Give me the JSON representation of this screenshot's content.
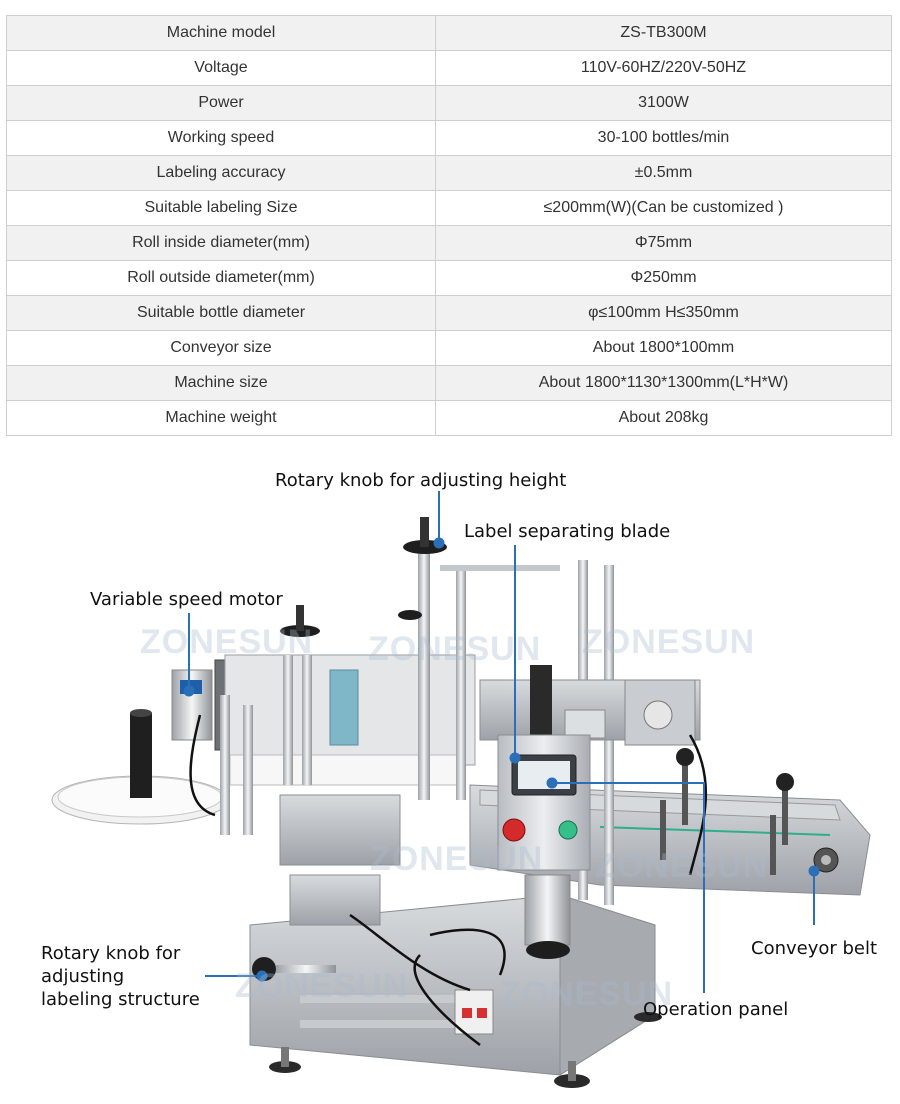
{
  "specs": [
    {
      "param": "Machine model",
      "value": "ZS-TB300M"
    },
    {
      "param": "Voltage",
      "value": "110V-60HZ/220V-50HZ"
    },
    {
      "param": "Power",
      "value": "3100W"
    },
    {
      "param": "Working speed",
      "value": "30-100 bottles/min"
    },
    {
      "param": "Labeling accuracy",
      "value": "±0.5mm"
    },
    {
      "param": "Suitable labeling Size",
      "value": "≤200mm(W)(Can be customized )"
    },
    {
      "param": "Roll inside diameter(mm)",
      "value": "Φ75mm"
    },
    {
      "param": "Roll outside diameter(mm)",
      "value": "Φ250mm"
    },
    {
      "param": "Suitable bottle diameter",
      "value": "φ≤100mm H≤350mm"
    },
    {
      "param": "Conveyor size",
      "value": "About 1800*100mm"
    },
    {
      "param": "Machine size",
      "value": "About 1800*1130*1300mm(L*H*W)"
    },
    {
      "param": "Machine weight",
      "value": "About 208kg"
    }
  ],
  "callouts": {
    "rotary_knob_height": "Rotary knob for adjusting height",
    "label_blade": "Label separating blade",
    "variable_motor": "Variable speed motor",
    "conveyor_belt": "Conveyor belt",
    "rotary_knob_labeling_line1": "Rotary knob for",
    "rotary_knob_labeling_line2": "adjusting",
    "rotary_knob_labeling_line3": "labeling structure",
    "operation_panel": "Operation panel"
  },
  "watermark": "ZONESUN",
  "colors": {
    "pointer": "#2a6fb8",
    "table_stripe": "#f1f1f1",
    "table_border": "#cfcfcf"
  }
}
